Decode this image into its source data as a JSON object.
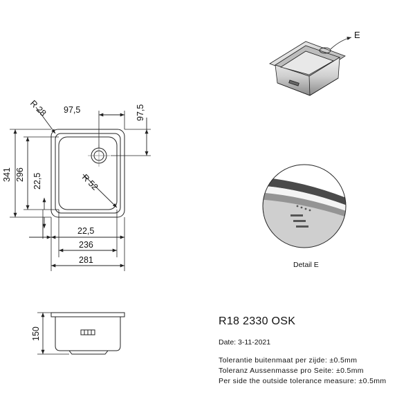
{
  "dimensions": {
    "radius_corner": "R 28",
    "radius_drain": "R 52",
    "top_width": "97,5",
    "right_height": "97,5",
    "height_outer": "341",
    "height_inner": "296",
    "height_offset": "22,5",
    "width_offset": "22,5",
    "width_inner": "236",
    "width_outer": "281",
    "depth": "150"
  },
  "callouts": {
    "detail_marker": "E",
    "detail_label": "Detail E"
  },
  "info": {
    "model": "R18 2330 OSK",
    "date": "Date: 3-11-2021",
    "tolerances": [
      "Tolerantie buitenmaat per zijde: ±0.5mm",
      "Toleranz Aussenmasse pro Seite: ±0.5mm",
      "Per side the outside tolerance measure: ±0.5mm"
    ]
  },
  "colors": {
    "line": "#222222",
    "steel_light": "#d9d9d9",
    "steel_dark": "#6b6b6b"
  }
}
